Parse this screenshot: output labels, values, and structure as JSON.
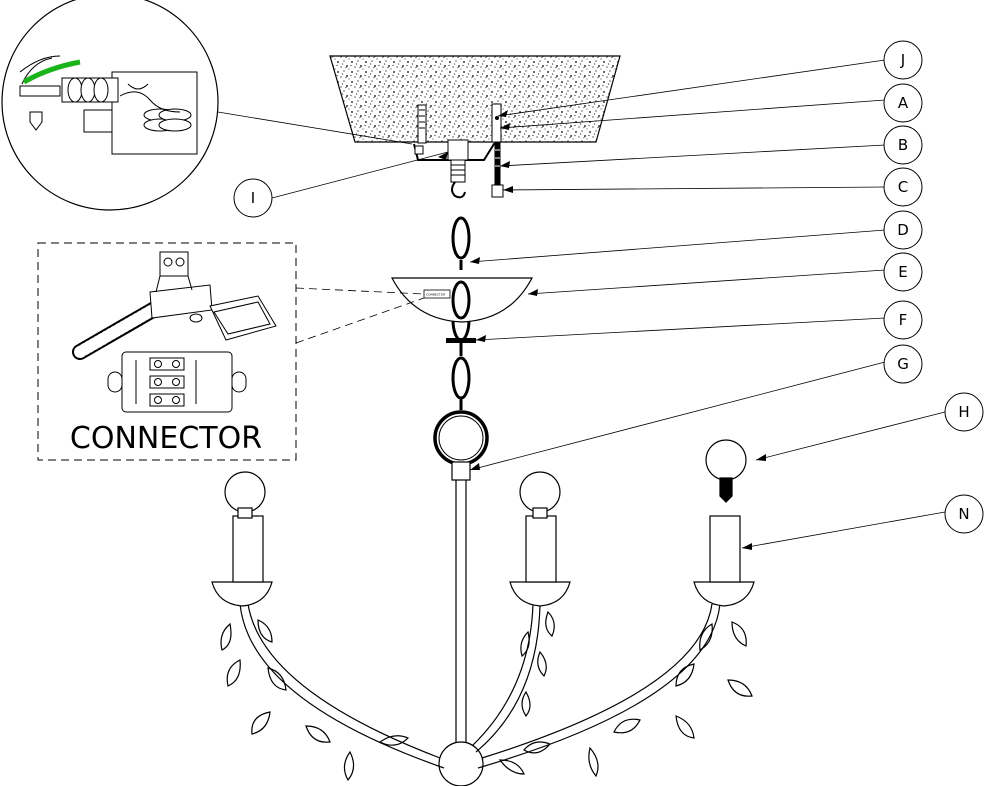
{
  "callouts": [
    {
      "letter": "J"
    },
    {
      "letter": "A"
    },
    {
      "letter": "B"
    },
    {
      "letter": "C"
    },
    {
      "letter": "D"
    },
    {
      "letter": "E"
    },
    {
      "letter": "F"
    },
    {
      "letter": "G"
    },
    {
      "letter": "H"
    },
    {
      "letter": "N"
    },
    {
      "letter": "I"
    }
  ],
  "connector_inset": {
    "caption": "CONNECTOR"
  },
  "canopy_label": "CONNECTOR",
  "colors": {
    "line": "#000000",
    "wire_green": "#19b419",
    "background": "#ffffff"
  }
}
